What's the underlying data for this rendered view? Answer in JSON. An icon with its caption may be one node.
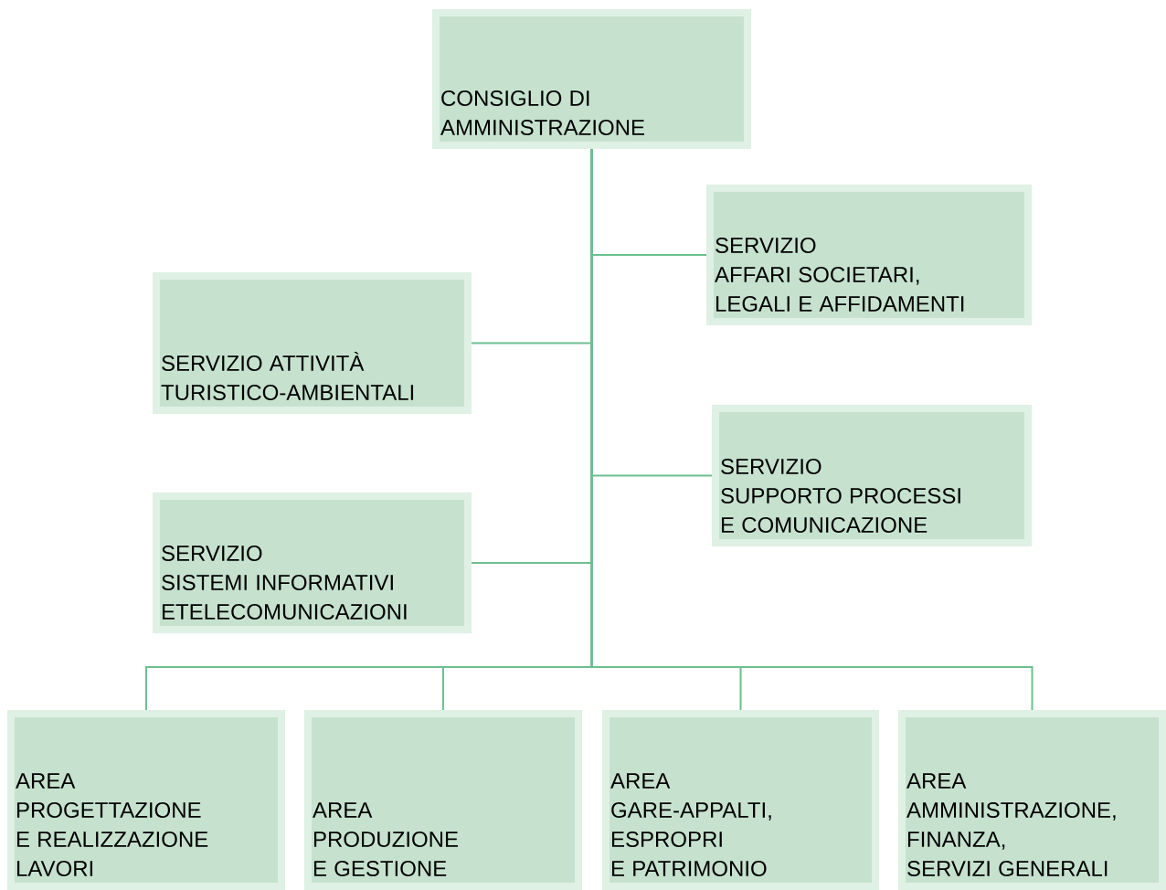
{
  "diagram": {
    "nodes": [
      {
        "text": [
          "CONSIGLIO DI AMMINISTRAZIONE"
        ]
      },
      {
        "text": [
          "SERVIZIO AFFARI SOCIETARI, LEGALI E AFFIDAMENTI"
        ]
      },
      {
        "text": [
          "SERVIZIO ATTIVITÀ TURISTICO-AMBIENTALI"
        ]
      },
      {
        "text": [
          "SERVIZIO SUPPORTO PROCESSI E COMUNICAZIONE"
        ]
      },
      {
        "text": [
          "SERVIZIO SISTEMI INFORMATIVI ETELECOMUNICAZIONI"
        ]
      },
      {
        "text": [
          "AREA PROGETTAZIONE E REALIZZAZIONE LAVORI"
        ]
      },
      {
        "text": [
          "AREA PRODUZIONE E GESTIONE"
        ]
      },
      {
        "text": [
          "AREA GARE-APPALTI, ESPROPRI E PATRIMONIO"
        ]
      },
      {
        "text": [
          "AREA AMMINISTRAZIONE, FINANZA, SERVIZI GENERALI"
        ]
      }
    ],
    "edges": [
      {
        "from": 0,
        "to": 1,
        "arrow": "none"
      },
      {
        "from": 0,
        "to": 2,
        "arrow": "none"
      },
      {
        "from": 0,
        "to": 3,
        "arrow": "none"
      },
      {
        "from": 0,
        "to": 4,
        "arrow": "none"
      },
      {
        "from": 0,
        "to": 5,
        "arrow": "none"
      },
      {
        "from": 0,
        "to": 6,
        "arrow": "none"
      },
      {
        "from": 0,
        "to": 7,
        "arrow": "none"
      },
      {
        "from": 0,
        "to": 8,
        "arrow": "none"
      }
    ]
  }
}
